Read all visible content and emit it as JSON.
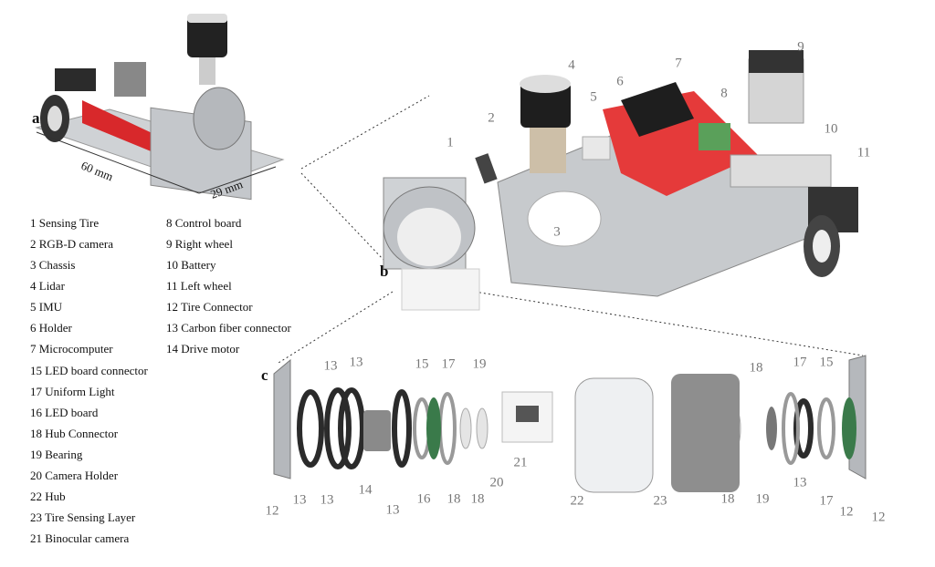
{
  "panels": {
    "a": "a",
    "b": "b",
    "c": "c"
  },
  "dimensions": {
    "length": "60 mm",
    "width": "29 mm"
  },
  "legend": {
    "col1": [
      "1 Sensing Tire",
      "2 RGB-D camera",
      "3 Chassis",
      "4  Lidar",
      "5 IMU",
      "6 Holder",
      "7 Microcomputer"
    ],
    "col2": [
      "8 Control board",
      "9 Right wheel",
      "10 Battery",
      "11 Left wheel",
      "12 Tire Connector",
      "13 Carbon fiber connector",
      "14 Drive motor"
    ],
    "col3": [
      "15 LED board connector",
      "17 Uniform Light",
      "16 LED board",
      "18 Hub Connector",
      "19 Bearing",
      "20 Camera Holder",
      "22 Hub",
      "23 Tire Sensing Layer",
      "21 Binocular camera"
    ]
  },
  "callouts_b": [
    "1",
    "2",
    "3",
    "4",
    "5",
    "6",
    "7",
    "8",
    "9",
    "10",
    "11"
  ],
  "callouts_c": [
    "13",
    "13",
    "15",
    "17",
    "19",
    "18",
    "17",
    "15",
    "12",
    "13",
    "13",
    "14",
    "13",
    "16",
    "18",
    "18",
    "20",
    "21",
    "22",
    "23",
    "18",
    "19",
    "13",
    "17",
    "12",
    "12"
  ],
  "colors": {
    "red": "#d8282b",
    "metal": "#b9bcc0",
    "carbon": "#2b2b2b",
    "label": "#777777"
  }
}
